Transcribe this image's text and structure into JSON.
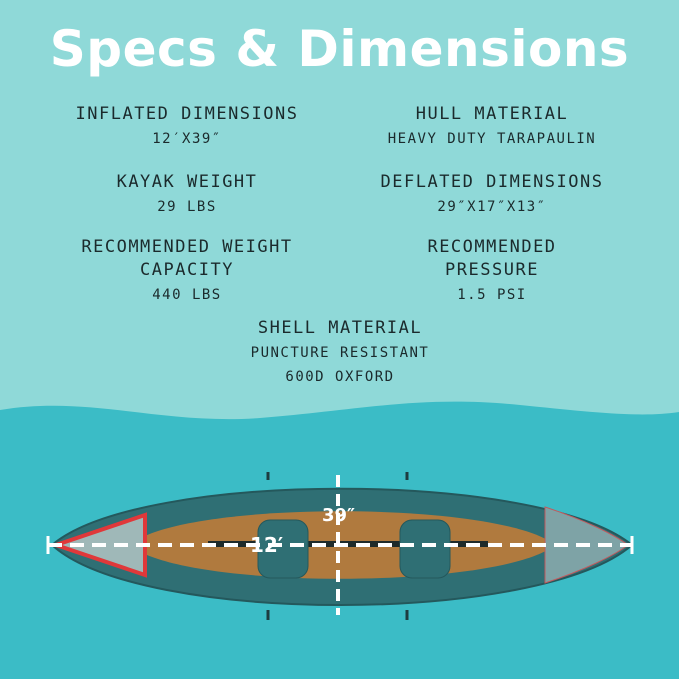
{
  "title": "Specs & Dimensions",
  "specs": [
    {
      "heading": "INFLATED DIMENSIONS",
      "value": "12′X39″"
    },
    {
      "heading": "HULL MATERIAL",
      "value": "HEAVY DUTY TARAPAULIN"
    },
    {
      "heading": "KAYAK WEIGHT",
      "value": "29 LBS"
    },
    {
      "heading": "DEFLATED DIMENSIONS",
      "value": "29″X17″X13″"
    },
    {
      "heading_line1": "RECOMMENDED WEIGHT",
      "heading_line2": "CAPACITY",
      "value": "440 LBS"
    },
    {
      "heading_line1": "RECOMMENDED",
      "heading_line2": "PRESSURE",
      "value": "1.5 PSI"
    },
    {
      "heading": "SHELL MATERIAL",
      "value_line1": "PUNCTURE RESISTANT",
      "value_line2": "600D OXFORD"
    }
  ],
  "diagram": {
    "length_label": "12′",
    "width_label": "39″"
  },
  "colors": {
    "sky": "#8fd9d8",
    "water": "#3bbcc6",
    "hull": "#2f6f74",
    "deck": "#b07a3e",
    "accent": "#e0383a"
  }
}
